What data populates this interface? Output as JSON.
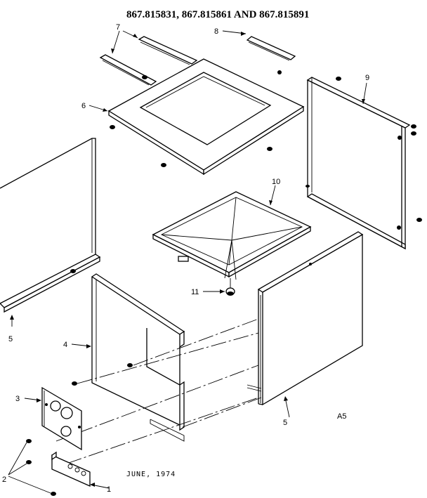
{
  "title": "867.815831, 867.815861 AND 867.815891",
  "footer_date": "JUNE, 1974",
  "page_code": "A5",
  "callouts": {
    "c1": "1",
    "c2": "2",
    "c3": "3",
    "c4": "4",
    "c5_left": "5",
    "c5_right": "5",
    "c6": "6",
    "c7": "7",
    "c8": "8",
    "c9": "9",
    "c10": "10",
    "c11": "11"
  }
}
